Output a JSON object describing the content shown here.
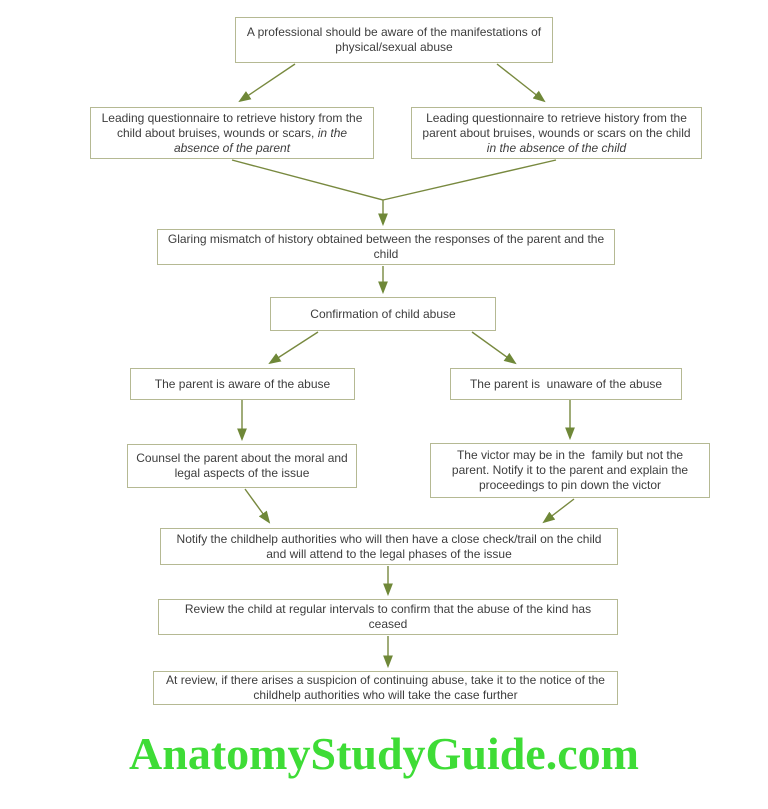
{
  "diagram": {
    "type": "flowchart",
    "topic": "Protocol for a professional on identifying and managing child physical/sexual abuse",
    "colors": {
      "box_border": "#b5b993",
      "arrow": "#78893f",
      "arrow_head": "#6f8838",
      "text": "#3d3d3d",
      "watermark_green": "#3edc36",
      "background": "#ffffff"
    },
    "nodes": {
      "awareness": {
        "text": "A professional should be aware of the manifestations of physical/sexual abuse"
      },
      "child_q": {
        "text": "Leading questionnaire to retrieve history from the child about bruises, wounds or scars, ",
        "italic": "in the absence of the parent"
      },
      "parent_q": {
        "text": "Leading questionnaire to retrieve history from the parent about bruises, wounds or scars on the child ",
        "italic": "in the absence of the child"
      },
      "mismatch": {
        "text": "Glaring mismatch of history obtained between the responses of the parent and the child"
      },
      "confirmation": {
        "text": "Confirmation of child abuse"
      },
      "parent_aware": {
        "text": "The parent is aware of the abuse"
      },
      "parent_unaware": {
        "text": "The parent is  unaware of the abuse"
      },
      "counsel": {
        "text": "Counsel the parent about the moral and legal aspects of the issue"
      },
      "victor": {
        "text": "The victor may be in the  family but not the parent. Notify it to the parent and explain the proceedings to pin down the victor"
      },
      "notify": {
        "text": "Notify the childhelp authorities who will then have a close check/trail on the child and will attend to the legal phases of the issue"
      },
      "review": {
        "text": "Review the child at regular intervals to confirm that the abuse of the kind has ceased"
      },
      "at_review": {
        "text": "At review, if there arises a suspicion of continuing abuse, take it to the notice of the childhelp authorities who will take the case further"
      }
    },
    "watermark": "AnatomyStudyGuide.com"
  }
}
